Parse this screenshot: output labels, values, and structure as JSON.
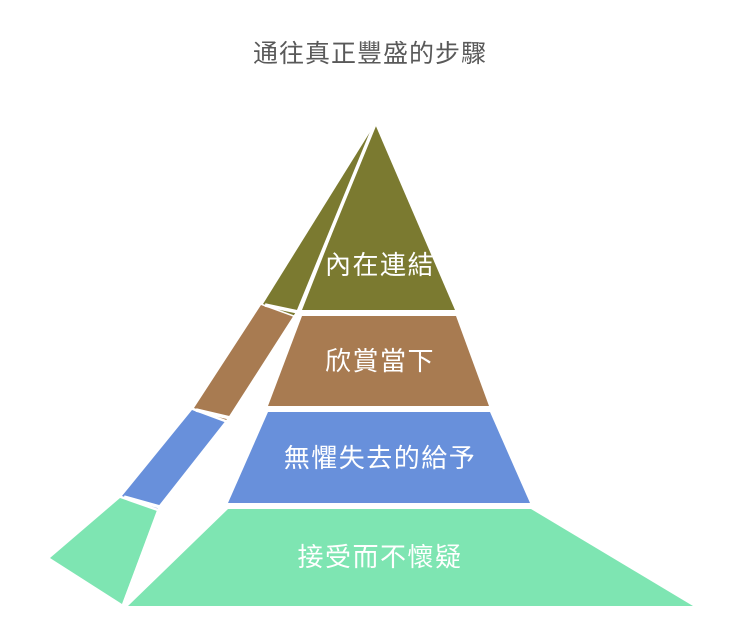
{
  "title": "通往真正豐盛的步驟",
  "background_color": "#ffffff",
  "title_color": "#595959",
  "label_color": "#ffffff",
  "divider_color": "#ffffff",
  "chart_data": {
    "type": "pyramid",
    "title": "通往真正豐盛的步驟",
    "orientation": "apex-up",
    "style": "3d-left-face",
    "levels": [
      {
        "rank": 1,
        "label": "內在連結",
        "front_color": "#7B7A30",
        "side_color": "#7B7A30",
        "value": 1
      },
      {
        "rank": 2,
        "label": "欣賞當下",
        "front_color": "#A87B51",
        "side_color": "#A87B51",
        "value": 2
      },
      {
        "rank": 3,
        "label": "無懼失去的給予",
        "front_color": "#6890DB",
        "side_color": "#6890DB",
        "value": 3
      },
      {
        "rank": 4,
        "label": "接受而不懷疑",
        "front_color": "#7EE5B2",
        "side_color": "#7EE5B2",
        "value": 4
      }
    ],
    "legend": "none",
    "grid": false
  }
}
